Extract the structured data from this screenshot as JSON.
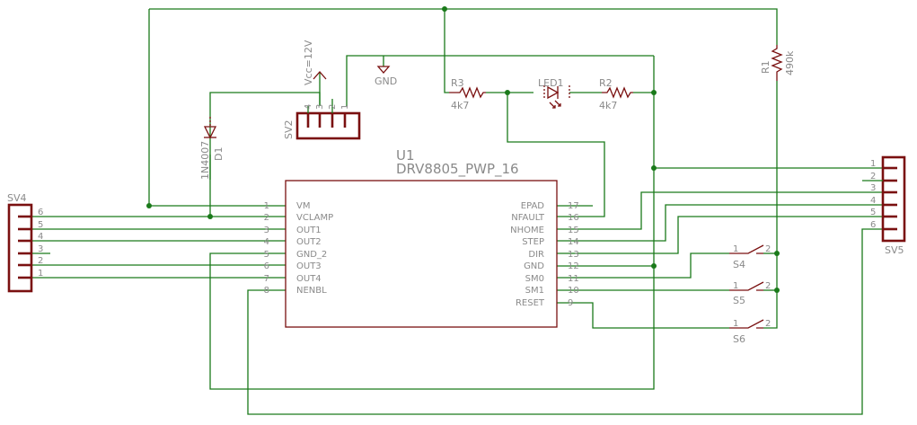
{
  "u1": {
    "ref": "U1",
    "part": "DRV8805_PWP_16",
    "left_pins": [
      {
        "num": "1",
        "name": "VM"
      },
      {
        "num": "2",
        "name": "VCLAMP"
      },
      {
        "num": "3",
        "name": "OUT1"
      },
      {
        "num": "4",
        "name": "OUT2"
      },
      {
        "num": "5",
        "name": "GND_2"
      },
      {
        "num": "6",
        "name": "OUT3"
      },
      {
        "num": "7",
        "name": "OUT4"
      },
      {
        "num": "8",
        "name": "NENBL"
      }
    ],
    "right_pins": [
      {
        "num": "17",
        "name": "EPAD"
      },
      {
        "num": "16",
        "name": "NFAULT"
      },
      {
        "num": "15",
        "name": "NHOME"
      },
      {
        "num": "14",
        "name": "STEP"
      },
      {
        "num": "13",
        "name": "DIR"
      },
      {
        "num": "12",
        "name": "GND"
      },
      {
        "num": "11",
        "name": "SM0"
      },
      {
        "num": "10",
        "name": "SM1"
      },
      {
        "num": "9",
        "name": "RESET"
      }
    ]
  },
  "sv4": {
    "ref": "SV4",
    "pins": [
      "6",
      "5",
      "4",
      "3",
      "2",
      "1"
    ]
  },
  "sv5": {
    "ref": "SV5",
    "pins": [
      "1",
      "2",
      "3",
      "4",
      "5",
      "6"
    ]
  },
  "sv2": {
    "ref": "SV2",
    "pins": [
      "4",
      "3",
      "2",
      "1"
    ]
  },
  "vcc": {
    "label": "Vcc=12V"
  },
  "gnd": {
    "label": "GND"
  },
  "r3": {
    "ref": "R3",
    "value": "4k7"
  },
  "r2": {
    "ref": "R2",
    "value": "4k7"
  },
  "led1": {
    "ref": "LED1"
  },
  "r1": {
    "ref": "R1",
    "value": "490k"
  },
  "d1": {
    "ref": "D1",
    "value": "1N4007"
  },
  "switches": [
    {
      "ref": "S4",
      "pin1": "1",
      "pin2": "2"
    },
    {
      "ref": "S5",
      "pin1": "1",
      "pin2": "2"
    },
    {
      "ref": "S6",
      "pin1": "1",
      "pin2": "2"
    }
  ]
}
